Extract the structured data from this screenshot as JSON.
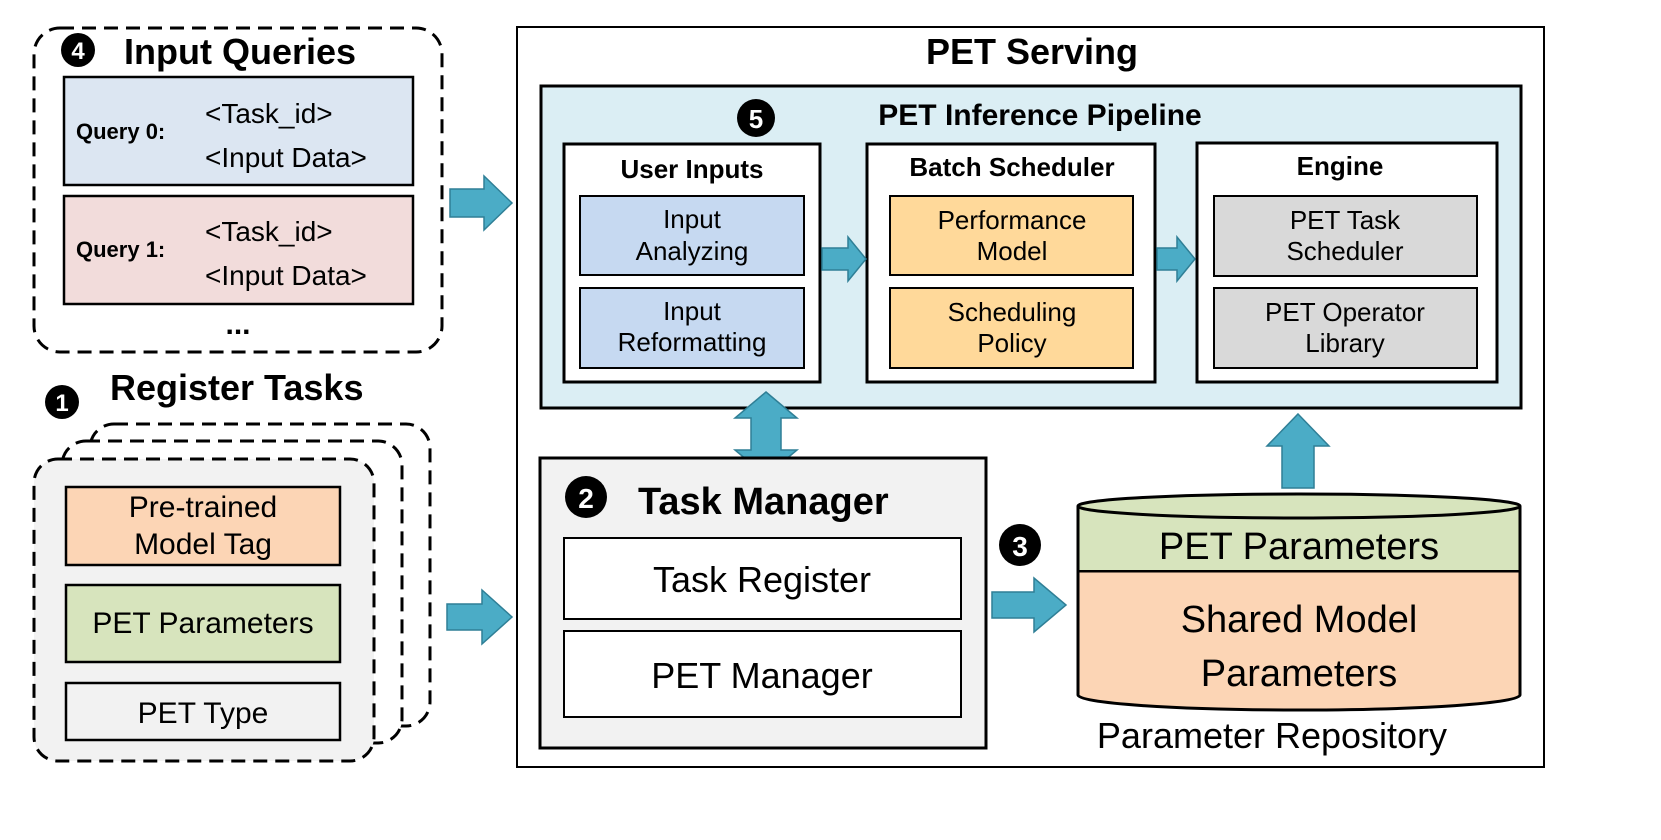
{
  "input_queries": {
    "step_number": "4",
    "title": "Input Queries",
    "queries": [
      {
        "label": "Query 0:",
        "line1": "<Task_id>",
        "line2": "<Input Data>"
      },
      {
        "label": "Query 1:",
        "line1": "<Task_id>",
        "line2": "<Input Data>"
      }
    ],
    "ellipsis": "..."
  },
  "register_tasks": {
    "step_number": "1",
    "title": "Register Tasks",
    "fields": [
      {
        "lines": [
          "Pre-trained",
          "Model Tag"
        ]
      },
      {
        "lines": [
          "PET Parameters"
        ]
      },
      {
        "lines": [
          "PET Type"
        ]
      }
    ]
  },
  "pet_serving": {
    "title": "PET Serving",
    "pipeline": {
      "step_number": "5",
      "title": "PET Inference Pipeline",
      "user_inputs": {
        "title": "User Inputs",
        "items": [
          {
            "lines": [
              "Input",
              "Analyzing"
            ]
          },
          {
            "lines": [
              "Input",
              "Reformatting"
            ]
          }
        ]
      },
      "batch_scheduler": {
        "title": "Batch Scheduler",
        "items": [
          {
            "lines": [
              "Performance",
              "Model"
            ]
          },
          {
            "lines": [
              "Scheduling",
              "Policy"
            ]
          }
        ]
      },
      "engine": {
        "title": "Engine",
        "items": [
          {
            "lines": [
              "PET Task",
              "Scheduler"
            ]
          },
          {
            "lines": [
              "PET Operator",
              "Library"
            ]
          }
        ]
      }
    },
    "task_manager": {
      "step_number": "2",
      "title": "Task Manager",
      "items": [
        "Task Register",
        "PET Manager"
      ]
    },
    "repository": {
      "step_number": "3",
      "layers": [
        {
          "lines": [
            "PET Parameters"
          ]
        },
        {
          "lines": [
            "Shared Model",
            "Parameters"
          ]
        }
      ],
      "caption": "Parameter Repository"
    }
  },
  "colors": {
    "query0_fill": "#dce6f2",
    "query1_fill": "#f2dcdb",
    "pipeline_fill": "#dbeef4",
    "blue_box": "#c6d9f1",
    "orange_box": "#ffd99a",
    "gray_box": "#d9d9d9",
    "green_box": "#d7e4bd",
    "peach_box": "#fcd5b5",
    "arrow": "#4bacc6"
  }
}
